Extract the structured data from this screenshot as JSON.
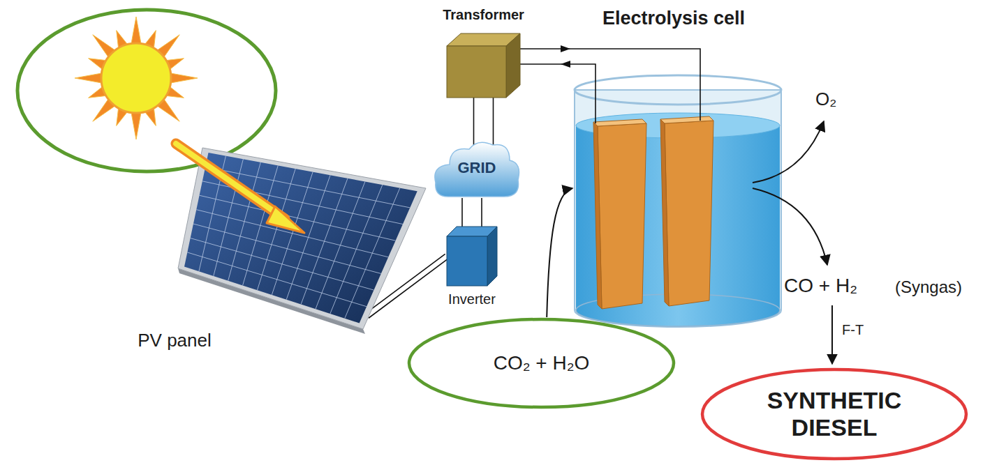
{
  "diagram": {
    "nodes": [
      {
        "text": [
          "PV panel"
        ]
      },
      {
        "text": [
          "Inverter"
        ]
      },
      {
        "text": [
          "GRID"
        ]
      },
      {
        "text": [
          "Transformer"
        ]
      },
      {
        "text": [
          "Electrolysis cell"
        ]
      },
      {
        "text": [
          "CO₂ + H₂O"
        ]
      },
      {
        "text": [
          "SYNTHETIC DIESEL"
        ]
      }
    ],
    "edges": [
      {
        "from": 0,
        "to": 1,
        "arrow": "none"
      },
      {
        "from": 1,
        "to": 2,
        "arrow": "none"
      },
      {
        "from": 2,
        "to": 3,
        "arrow": "none"
      },
      {
        "from": 3,
        "to": 4,
        "arrow": "to"
      },
      {
        "from": 4,
        "to": 3,
        "arrow": "to"
      },
      {
        "from": 5,
        "to": 4,
        "arrow": "to"
      }
    ],
    "labels": [
      "O₂",
      "CO + H₂",
      "(Syngas)",
      "F-T"
    ]
  }
}
